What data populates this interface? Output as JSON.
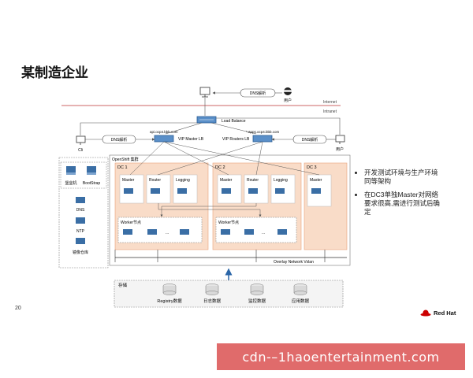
{
  "title": "某制造企业",
  "page_number": "20",
  "brand": {
    "logo_text": "Red Hat",
    "accent": "#cc0000"
  },
  "watermark": "cdn-–1haoentertainment.com",
  "colors": {
    "dc_fill": "#f9dcc8",
    "dc_border": "#e8a27a",
    "node_blue": "#3a6ea5",
    "storage_grey": "#d9d9d9"
  },
  "diagram": {
    "internet_label": "Internet",
    "intranet_label": "Intranet",
    "dns_top": "DNS解析",
    "user_top": "用户",
    "load_balance": "Load Balance",
    "vip_master_domain": "api.ocp4.bbb.com",
    "vip_router_domain": "*.apps.ocp4.bbb.com",
    "vip_master": "VIP Master LB",
    "vip_routers": "VIP Routers LB",
    "dns_left": "DNS解析",
    "dns_right": "DNS解析",
    "cli": "Cli",
    "user_right": "用户",
    "openshift_cluster": "OpenShift 集群",
    "bastion": "堡垒机",
    "bootstrap": "BootStrap",
    "dns_service": "DNS",
    "ntp_service": "NTP",
    "mirror_repo": "镜像仓库",
    "dc1": "DC 1",
    "dc2": "DC 2",
    "dc3": "DC 3",
    "master": "Master",
    "router": "Router",
    "logging": "Logging",
    "worker_nodes": "Worker节点",
    "ellipsis": "...",
    "overlay": "Overlay Network Vxlan",
    "storage": "存储",
    "storage_items": [
      "Registry数据",
      "日志数据",
      "监控数据",
      "应用数据"
    ]
  },
  "bullets": [
    "开发测试环境与生产环境同等架构",
    "在DC3单独Master对网络要求很高,需进行测试后确定"
  ]
}
